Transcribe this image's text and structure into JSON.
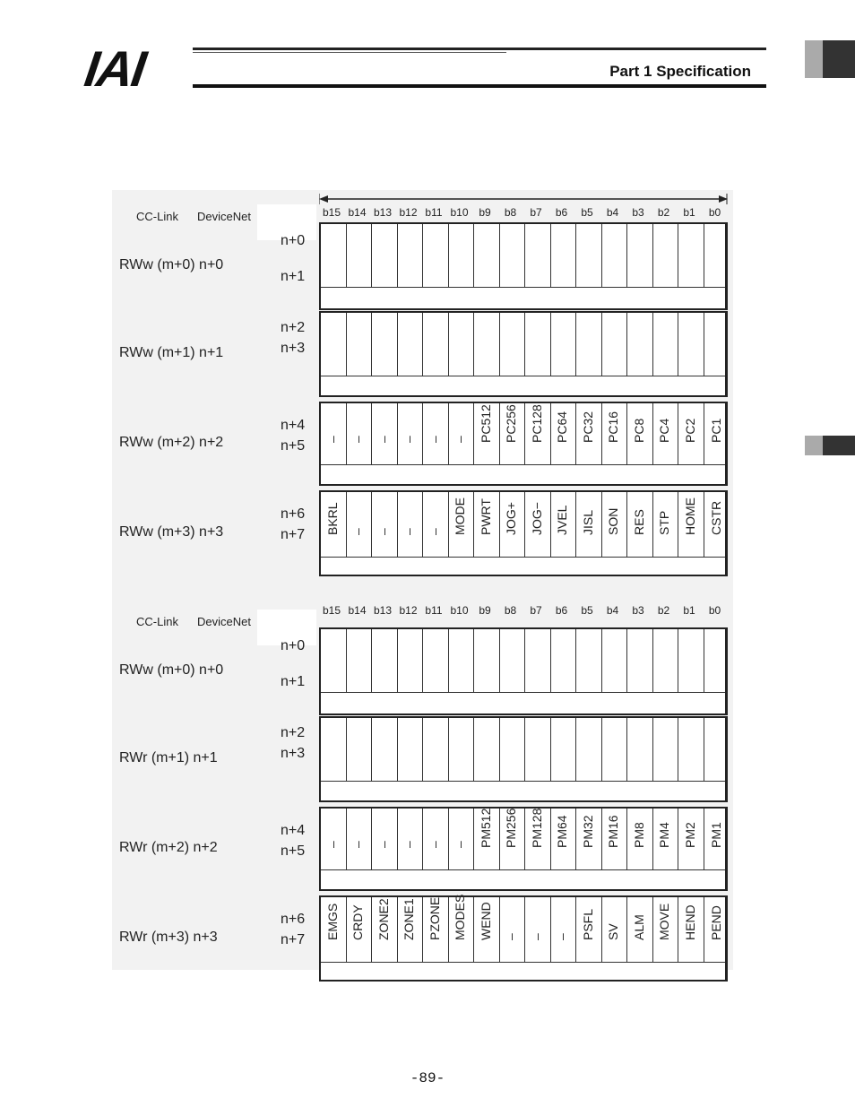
{
  "header": {
    "logo": "IAI",
    "section_title": "Part 1  Specification"
  },
  "bit_labels": [
    "b15",
    "b14",
    "b13",
    "b12",
    "b11",
    "b10",
    "b9",
    "b8",
    "b7",
    "b6",
    "b5",
    "b4",
    "b3",
    "b2",
    "b1",
    "b0"
  ],
  "panels": [
    {
      "col_header_left": "CC-Link",
      "col_header_right": "DeviceNet",
      "rows": [
        {
          "cc": "RWw (m+0)  n+0",
          "dn": [
            "n+0",
            "n+1"
          ],
          "bits": []
        },
        {
          "cc": "RWw (m+1)  n+1",
          "dn": [
            "n+2",
            "n+3"
          ],
          "bits": []
        },
        {
          "cc": "RWw (m+2)  n+2",
          "dn": [
            "n+4",
            "n+5"
          ],
          "bits": [
            "–",
            "–",
            "–",
            "–",
            "–",
            "–",
            "PC512",
            "PC256",
            "PC128",
            "PC64",
            "PC32",
            "PC16",
            "PC8",
            "PC4",
            "PC2",
            "PC1"
          ]
        },
        {
          "cc": "RWw (m+3)  n+3",
          "dn": [
            "n+6",
            "n+7"
          ],
          "bits": [
            "BKRL",
            "–",
            "–",
            "–",
            "–",
            "MODE",
            "PWRT",
            "JOG+",
            "JOG−",
            "JVEL",
            "JISL",
            "SON",
            "RES",
            "STP",
            "HOME",
            "CSTR"
          ]
        }
      ]
    },
    {
      "col_header_left": "CC-Link",
      "col_header_right": "DeviceNet",
      "rows": [
        {
          "cc": "RWw (m+0)  n+0",
          "dn": [
            "n+0",
            "n+1"
          ],
          "bits": []
        },
        {
          "cc": "RWr  (m+1)  n+1",
          "dn": [
            "n+2",
            "n+3"
          ],
          "bits": []
        },
        {
          "cc": "RWr  (m+2)  n+2",
          "dn": [
            "n+4",
            "n+5"
          ],
          "bits": [
            "–",
            "–",
            "–",
            "–",
            "–",
            "–",
            "PM512",
            "PM256",
            "PM128",
            "PM64",
            "PM32",
            "PM16",
            "PM8",
            "PM4",
            "PM2",
            "PM1"
          ]
        },
        {
          "cc": "RWr  (m+3)  n+3",
          "dn": [
            "n+6",
            "n+7"
          ],
          "bits": [
            "EMGS",
            "CRDY",
            "ZONE2",
            "ZONE1",
            "PZONE",
            "MODES",
            "WEND",
            "–",
            "–",
            "–",
            "PSFL",
            "SV",
            "ALM",
            "MOVE",
            "HEND",
            "PEND"
          ]
        }
      ]
    }
  ],
  "page_number": "-89-"
}
